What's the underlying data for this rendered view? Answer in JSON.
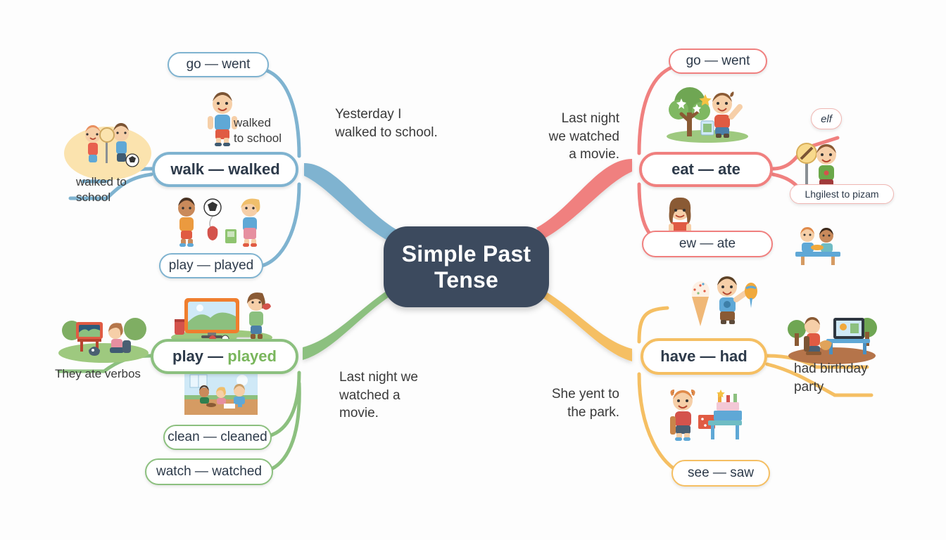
{
  "title": "Simple Past Tense Mind Map",
  "center": {
    "line1": "Simple Past",
    "line2": "Tense",
    "bg_color": "#3c4a5e",
    "text_color": "#ffffff"
  },
  "branches": [
    {
      "id": "top-left",
      "color": "#7fb3d0",
      "main_node": "walk — walked",
      "sub_nodes": [
        "go — went",
        "play — played"
      ],
      "labels": [
        "walked to school",
        "walked to school"
      ],
      "sentence": "Yesterday I walked to school."
    },
    {
      "id": "bottom-left",
      "color": "#8cc07f",
      "main_node_prefix": "play — ",
      "main_node_accent": "played",
      "sub_nodes": [
        "clean — cleaned",
        "watch — watched"
      ],
      "labels": [
        "They ate verbos"
      ],
      "sentence": "Last night we watched a movie."
    },
    {
      "id": "top-right",
      "color": "#f0807f",
      "main_node": "eat — ate",
      "sub_nodes": [
        "go — went",
        "ew — ate",
        "elf",
        "Lhgilest to pizam"
      ],
      "sentence": "Last night we watched a movie."
    },
    {
      "id": "bottom-right",
      "color": "#f5bf63",
      "main_node": "have — had",
      "sub_nodes": [
        "see — saw"
      ],
      "labels": [
        "had birthday party"
      ],
      "sentence": "She yent to the park."
    }
  ],
  "nodes": {
    "tl_go_went": "go — went",
    "tl_walk_walked": "walk — walked",
    "tl_play_played": "play — played",
    "tl_label_illus": "walked\nto school",
    "tl_label_left": "walked to\nschool",
    "bl_play": "play — ",
    "bl_played": "played",
    "bl_clean": "clean — cleaned",
    "bl_watch": "watch — watched",
    "bl_label_left": "They ate verbos",
    "tr_go_went": "go — went",
    "tr_eat_ate": "eat — ate",
    "tr_ew_ate": "ew — ate",
    "tr_elf": "elf",
    "tr_pizam": "Lhgilest to pizam",
    "br_have_had": "have — had",
    "br_see_saw": "see — saw",
    "br_label_birthday": "had birthday\nparty"
  },
  "sentences": {
    "top_left": "Yesterday I\nwalked to school.",
    "top_right": "Last night\nwe watched\na movie.",
    "bottom_left": "Last night we\nwatched a\nmovie.",
    "bottom_right": "She yent to\nthe park."
  },
  "colors": {
    "blue": "#7fb3d0",
    "green": "#8cc07f",
    "red": "#f0807f",
    "yellow": "#f5bf63",
    "center_navy": "#3c4a5e",
    "text_dark": "#2d3a4a",
    "accent_green_text": "#79b65c",
    "accent_red_text": "#a23232",
    "background": "#fdfdfd"
  },
  "illustrations": [
    {
      "name": "kids-with-ball-scene",
      "caption": "walked to school"
    },
    {
      "name": "boy-standing",
      "caption": "walked to school"
    },
    {
      "name": "kids-playing-ball-bag",
      "caption": ""
    },
    {
      "name": "tv-and-girl-scene",
      "caption": ""
    },
    {
      "name": "girl-watching-tv-scene",
      "caption": "They ate verbos"
    },
    {
      "name": "family-at-table-photo",
      "caption": ""
    },
    {
      "name": "boy-with-tree-scene",
      "caption": ""
    },
    {
      "name": "girl-standing",
      "caption": ""
    },
    {
      "name": "boy-with-sign",
      "caption": "Lhgilest to pizam"
    },
    {
      "name": "two-kids-at-table",
      "caption": ""
    },
    {
      "name": "boy-with-icecream",
      "caption": ""
    },
    {
      "name": "boy-watching-tv-scene",
      "caption": "had birthday party"
    },
    {
      "name": "boy-at-birthday-table",
      "caption": ""
    }
  ]
}
